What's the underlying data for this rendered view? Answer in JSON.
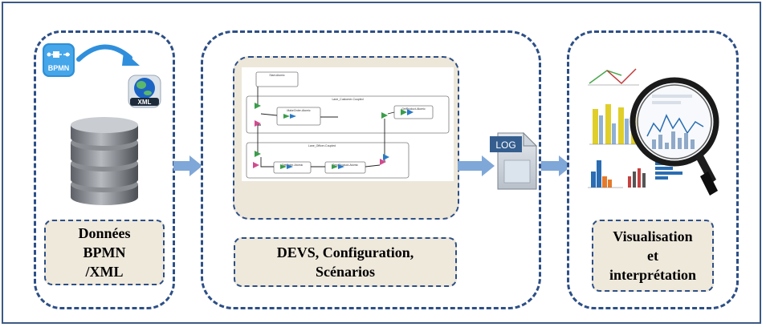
{
  "panels": {
    "data": {
      "label_lines": [
        "Données",
        "BPMN",
        "/XML"
      ],
      "bpmn_icon_text": "BPMN",
      "xml_icon_text": "XML"
    },
    "simulation": {
      "label_lines": [
        "DEVS, Configuration,",
        "Scénarios"
      ],
      "diagram": {
        "start_block": "Start-Atomic",
        "coupled_top": "Lane_Customer-Coupled",
        "coupled_bottom": "Lane_Officer-Coupled",
        "atomic_make_order": "MakeOrder-Atomic",
        "atomic_get_product": "GetProduct-Atomic",
        "atomic_get_order": "GetOrder-Atomic",
        "atomic_send_product": "SendProduct-Atomic"
      }
    },
    "log": {
      "icon_text": "LOG"
    },
    "visualisation": {
      "label_lines": [
        "Visualisation",
        "et",
        "interprétation"
      ]
    }
  },
  "colors": {
    "border": "#2d4f86",
    "label_fill": "#efe9dc",
    "arrow": "#7fa7d8",
    "screenshot_fill": "#ede7da"
  }
}
